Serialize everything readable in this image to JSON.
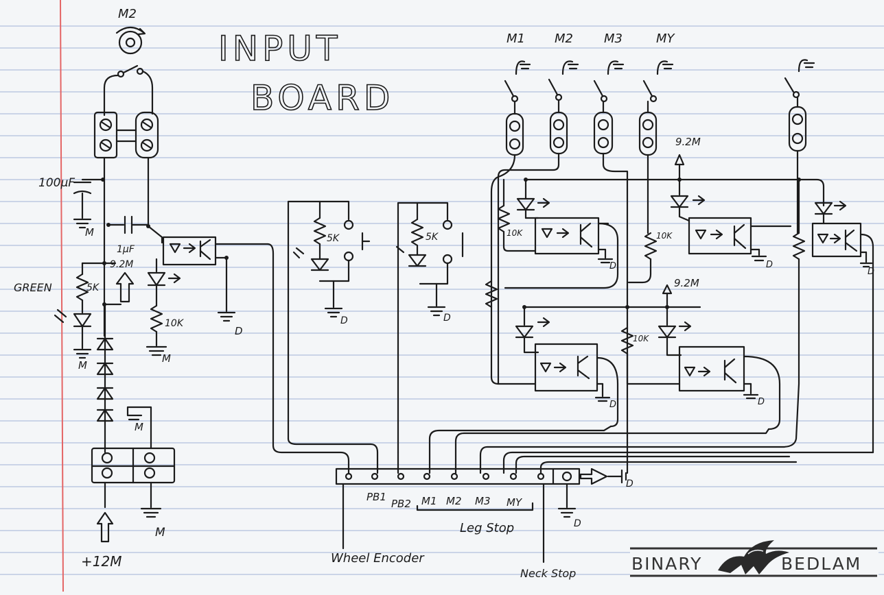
{
  "title": {
    "line1": "INPUT",
    "line2": "BOARD"
  },
  "top": {
    "m2_label": "M2",
    "probe_labels": [
      "M1",
      "M2",
      "M3",
      "MY"
    ]
  },
  "left_circuit": {
    "cap_label": "100µF",
    "cap_small_label": "1µF",
    "green_label": "GREEN",
    "res_5k": "5K",
    "res_10k": "10K",
    "v92": "9.2M",
    "ground_m": "M",
    "ground_d": "D",
    "supply": "+12M"
  },
  "switch_circuits": {
    "res_label": "5K",
    "ground_d": "D"
  },
  "opto_circuits": {
    "res_label": "10K",
    "v92": "9.2M",
    "ground_d": "D"
  },
  "connector": {
    "labels": [
      "PB1",
      "PB2",
      "M1",
      "M2",
      "M3",
      "MY"
    ],
    "leg_stop": "Leg Stop",
    "wheel_encoder": "Wheel Encoder",
    "neck_stop": "Neck Stop",
    "ground_d": "D"
  },
  "logo": {
    "left": "BINARY",
    "right": "BEDLAM"
  },
  "colors": {
    "paper": "#f4f6f8",
    "ink": "#1b1b1b",
    "rule": "#9fb2d6",
    "margin": "#e46565"
  }
}
